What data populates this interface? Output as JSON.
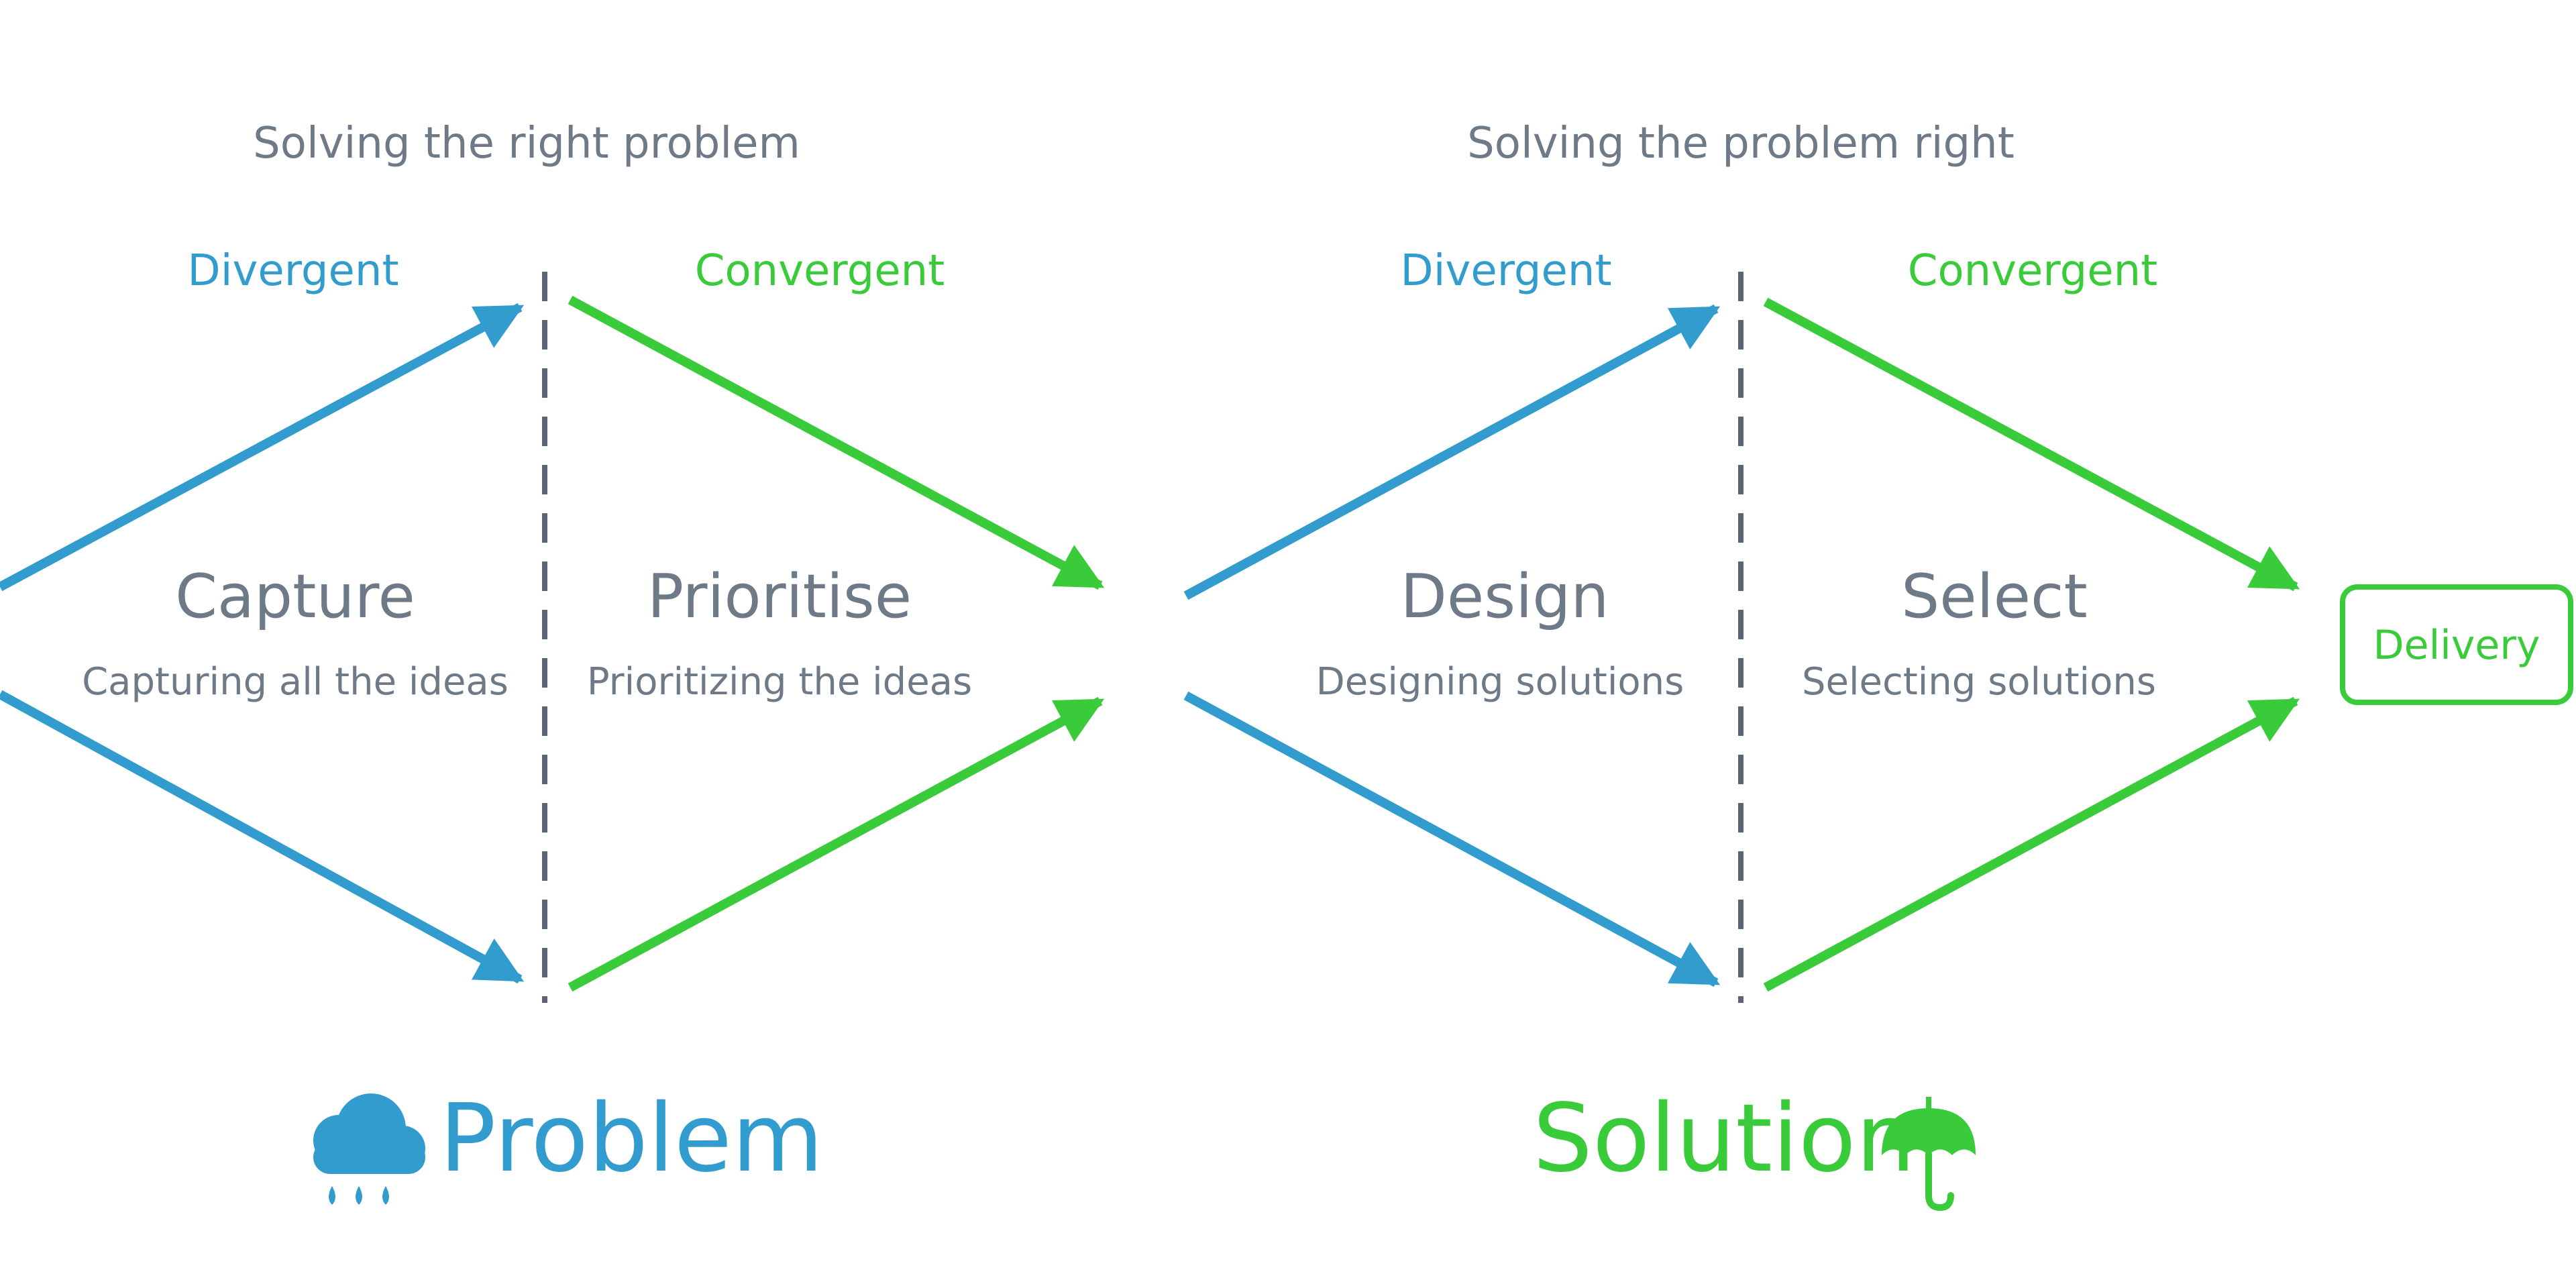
{
  "colors": {
    "blue": "#329ccf",
    "green": "#3acb3a",
    "gray": "#6e7a88",
    "divider": "#5a6472"
  },
  "headers": {
    "left": "Solving the right problem",
    "right": "Solving the problem right"
  },
  "modes": {
    "left_divergent": "Divergent",
    "left_convergent": "Convergent",
    "right_divergent": "Divergent",
    "right_convergent": "Convergent"
  },
  "stages": [
    {
      "title": "Capture",
      "description": "Capturing all the ideas"
    },
    {
      "title": "Prioritise",
      "description": "Prioritizing the ideas"
    },
    {
      "title": "Design",
      "description": "Designing solutions"
    },
    {
      "title": "Select",
      "description": "Selecting solutions"
    }
  ],
  "delivery_label": "Delivery",
  "footer": {
    "problem_label": "Problem",
    "problem_icon": "rain-cloud-icon",
    "solution_label": "Solution",
    "solution_icon": "umbrella-icon"
  }
}
